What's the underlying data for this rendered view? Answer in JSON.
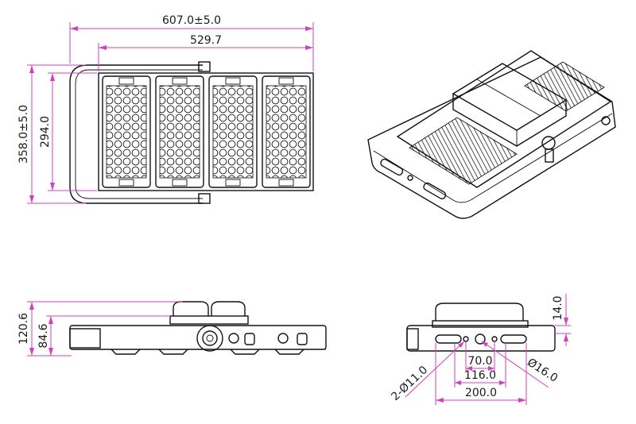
{
  "colors": {
    "dimension": "#d040c0",
    "line": "#111111",
    "background": "#ffffff"
  },
  "top_view": {
    "overall_width": "607.0±5.0",
    "inner_width": "529.7",
    "overall_height": "358.0±5.0",
    "inner_height": "294.0",
    "module_count": 4
  },
  "side_view": {
    "total_height": "120.6",
    "body_height": "84.6"
  },
  "end_view": {
    "top_offset": "14.0",
    "hole_spacing_a": "70.0",
    "hole_spacing_b": "116.0",
    "slot_spacing": "200.0",
    "slot_diameter": "2-Ø11.0",
    "center_hole_diameter": "Ø16.0"
  }
}
